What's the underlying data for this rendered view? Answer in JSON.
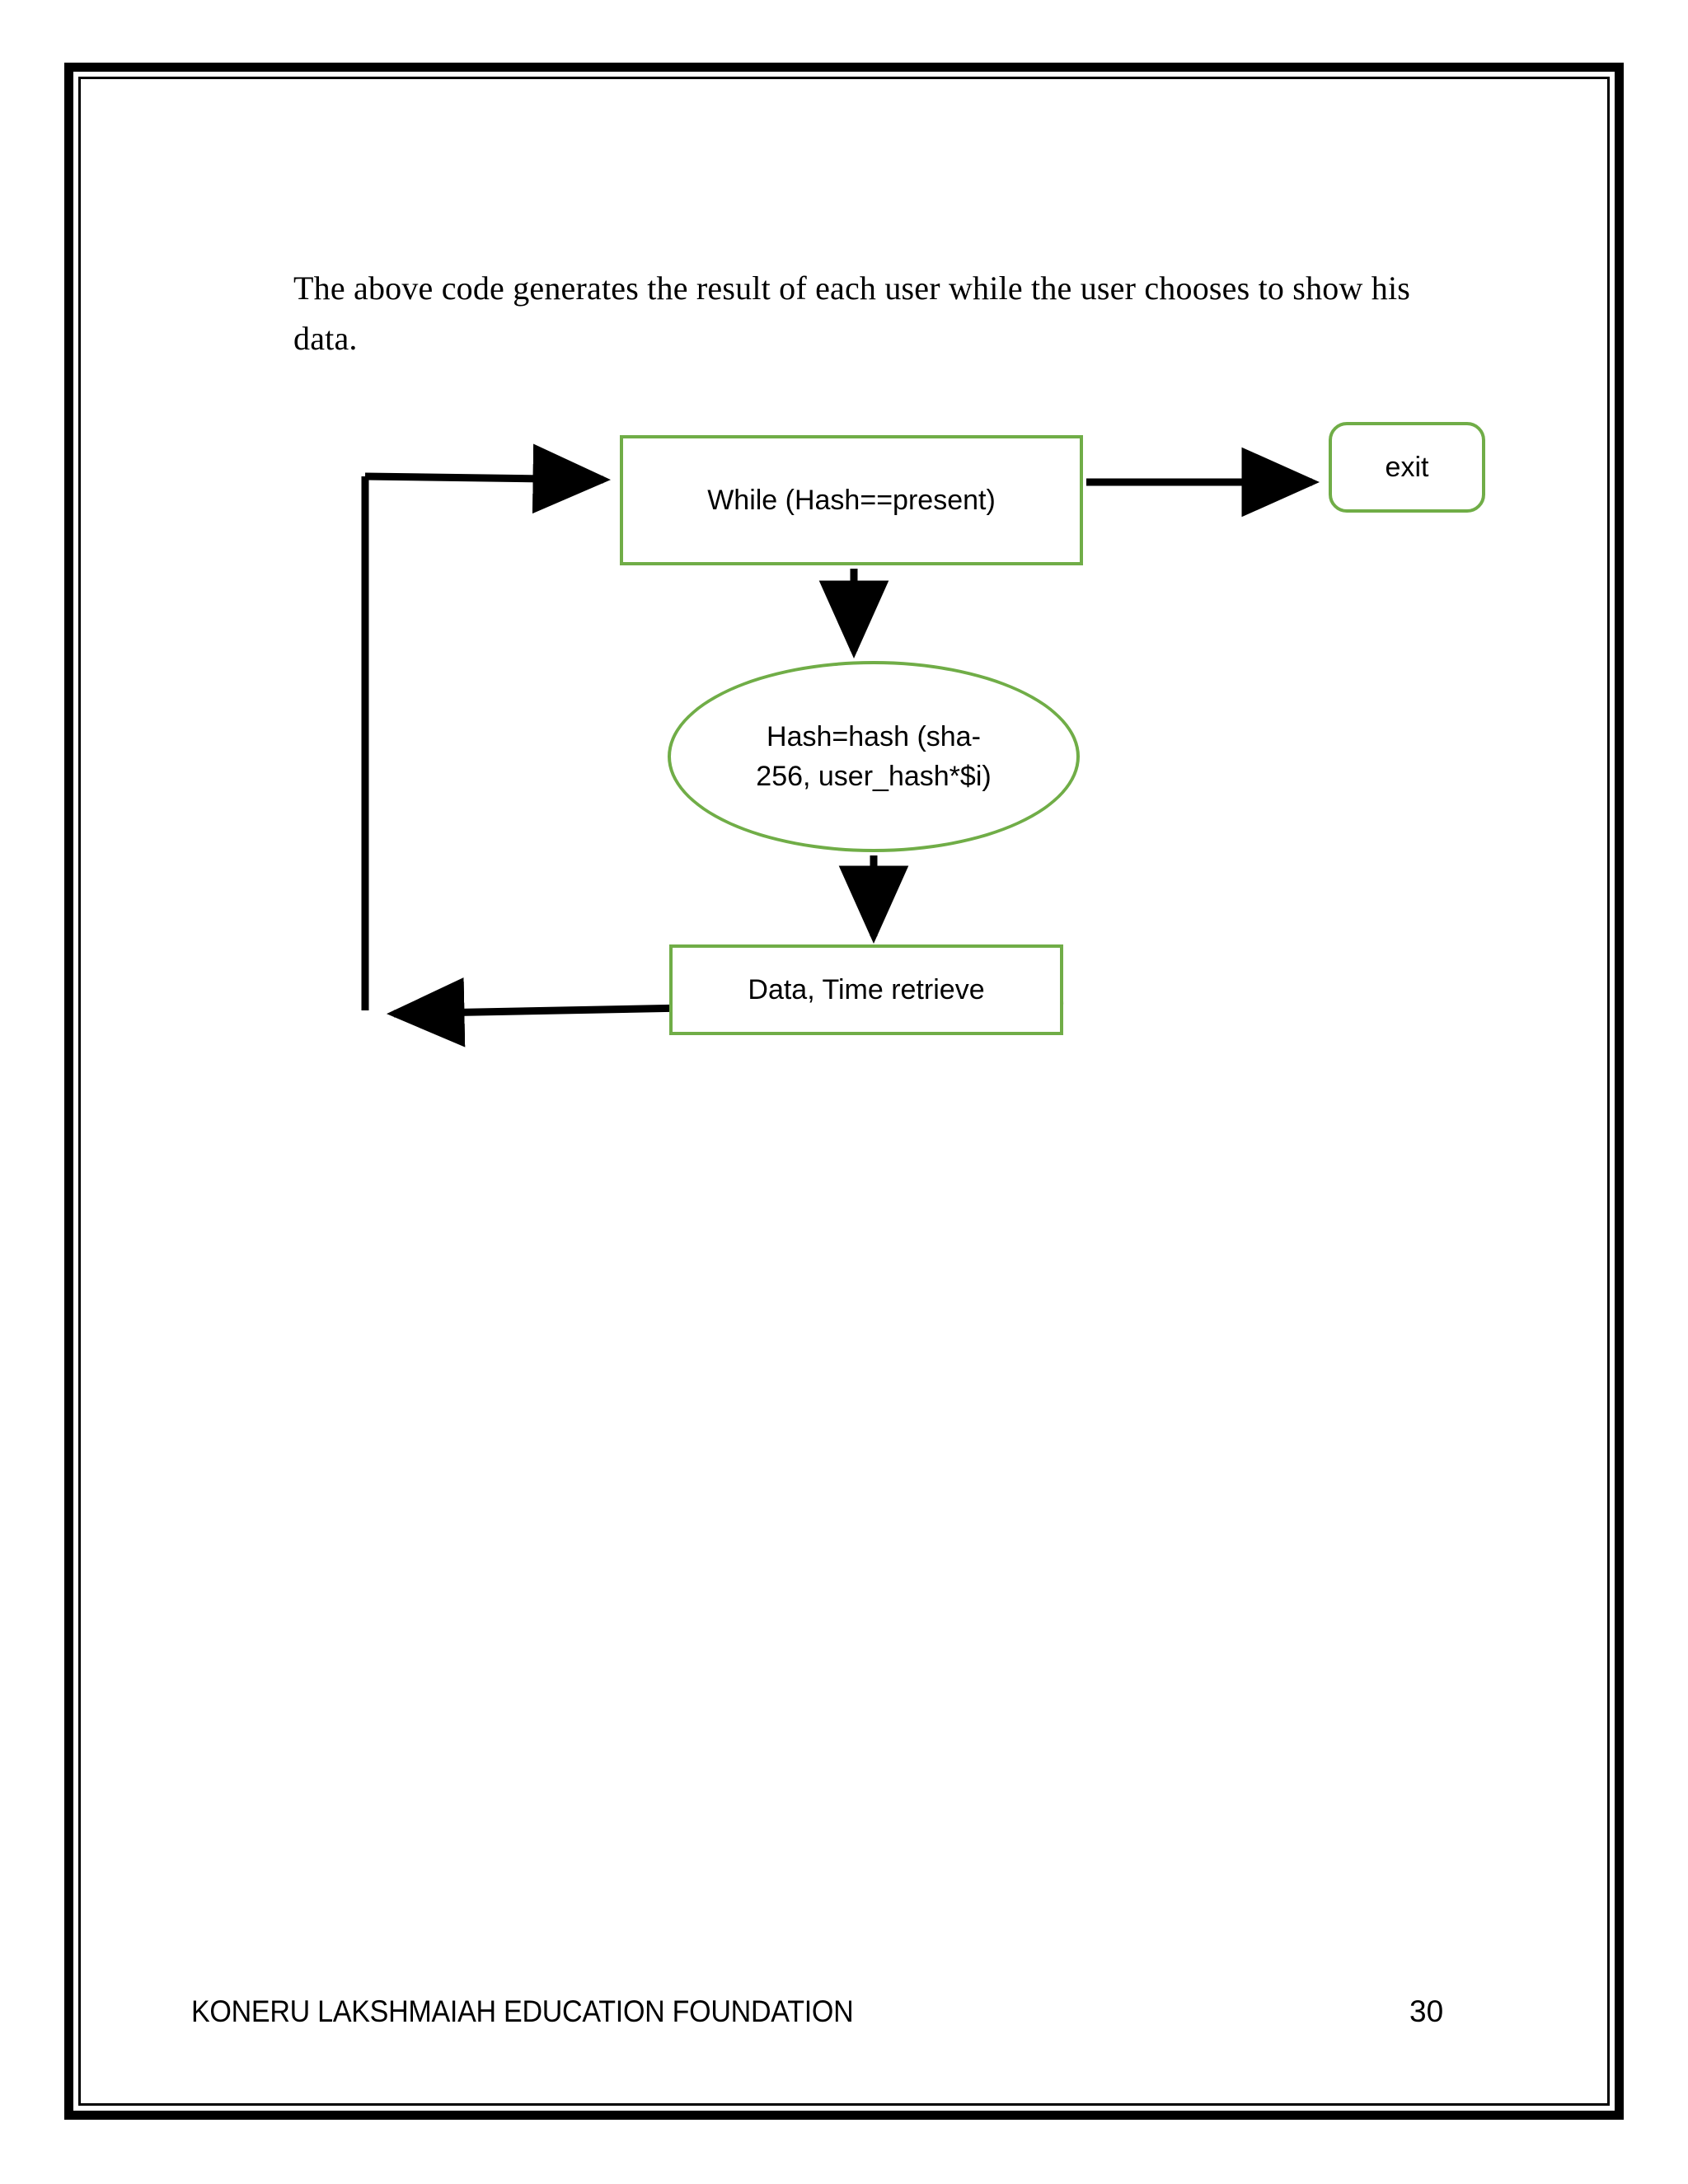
{
  "document": {
    "body_text": "The  above  code generates the result of each user while  the user chooses to show his data.",
    "footer": {
      "organization": "KONERU LAKSHMAIAH EDUCATION FOUNDATION",
      "page_number": "30"
    }
  },
  "diagram": {
    "type": "flowchart",
    "accent_color": "#70AD47",
    "line_color": "#000000",
    "nodes": [
      {
        "id": "while",
        "shape": "rectangle",
        "label": "While (Hash==present)"
      },
      {
        "id": "exit",
        "shape": "rounded-rectangle",
        "label": "exit"
      },
      {
        "id": "hash",
        "shape": "ellipse",
        "label_line1": "Hash=hash (sha-",
        "label_line2": "256, user_hash*$i)"
      },
      {
        "id": "data",
        "shape": "rectangle",
        "label": "Data, Time retrieve"
      }
    ],
    "edges": [
      {
        "from": "while",
        "to": "exit",
        "direction": "right"
      },
      {
        "from": "while",
        "to": "hash",
        "direction": "down"
      },
      {
        "from": "hash",
        "to": "data",
        "direction": "down"
      },
      {
        "from": "data",
        "to": "while",
        "direction": "loop-back-left-up"
      }
    ]
  }
}
